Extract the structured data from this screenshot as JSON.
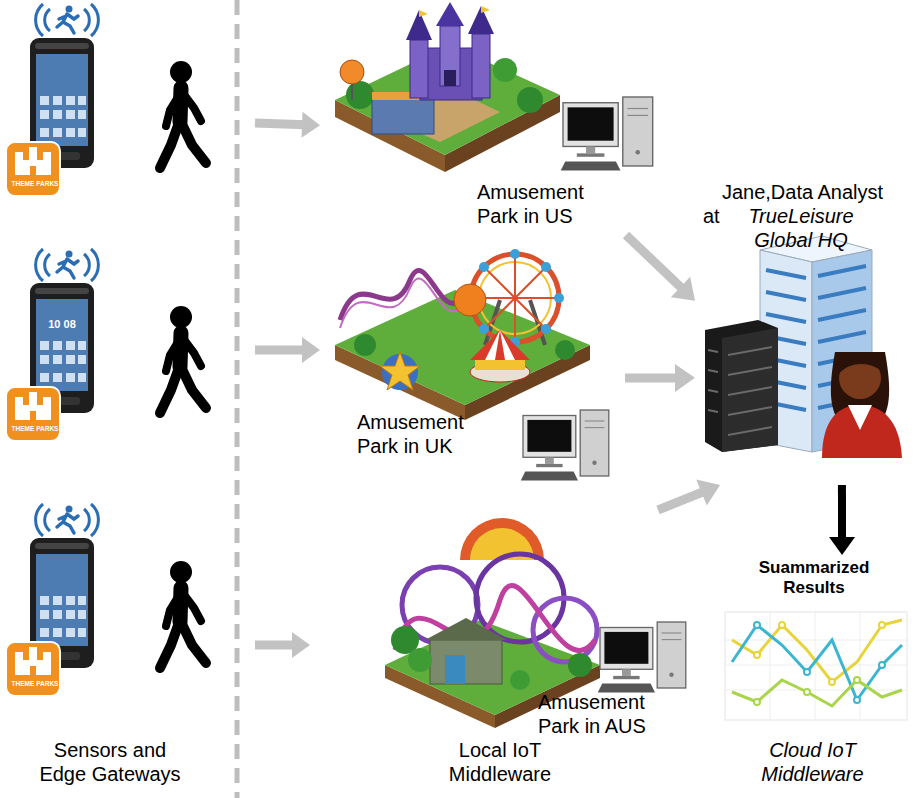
{
  "diagram": {
    "nodes": [
      {
        "text": [
          "THEME PARKS"
        ]
      },
      {
        "text": [
          "THEME PARKS"
        ]
      },
      {
        "text": [
          "THEME PARKS"
        ]
      },
      {
        "text": [
          "Amusement Park in US"
        ]
      },
      {
        "text": [
          "Amusement Park in UK"
        ]
      },
      {
        "text": [
          "Amusement Park in AUS"
        ]
      },
      {
        "text": [
          "Jane,Data Analyst",
          "at",
          "TrueLeisure Global HQ"
        ]
      },
      {
        "text": [
          "Suammarized Results"
        ]
      }
    ],
    "edges": [
      {
        "from": 0,
        "to": 3,
        "arrow": "to"
      },
      {
        "from": 1,
        "to": 4,
        "arrow": "to"
      },
      {
        "from": 2,
        "to": 5,
        "arrow": "to"
      },
      {
        "from": 3,
        "to": 6,
        "arrow": "to"
      },
      {
        "from": 4,
        "to": 6,
        "arrow": "to"
      },
      {
        "from": 5,
        "to": 6,
        "arrow": "to"
      },
      {
        "from": 6,
        "to": 7,
        "arrow": "to"
      }
    ],
    "labels": [
      "10 08",
      "Sensors and Edge Gateways",
      "Local IoT Middleware",
      "Cloud IoT Middleware"
    ]
  }
}
